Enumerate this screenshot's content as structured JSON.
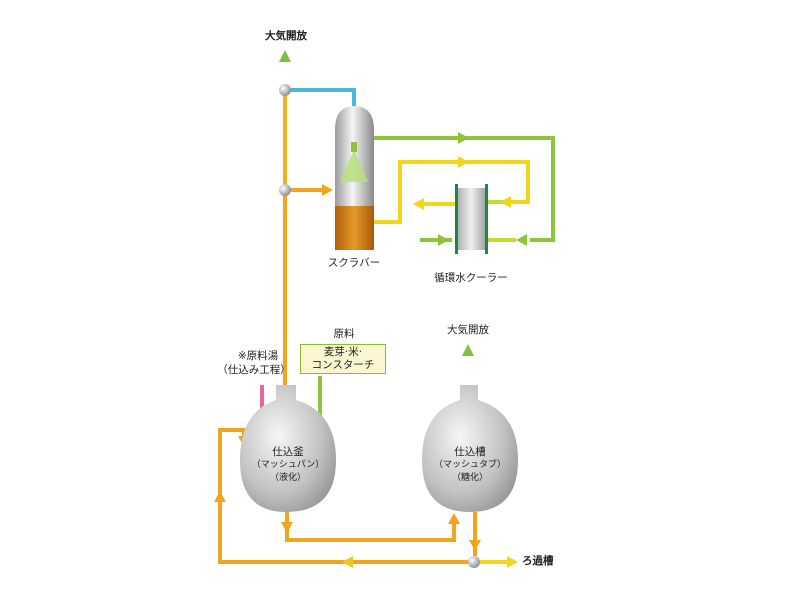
{
  "labels": {
    "vent_top": "大気開放",
    "scrubber": "スクラバー",
    "cooler": "循環水クーラー",
    "raw_material_title": "原料",
    "raw_material_line1": "麦芽·米·",
    "raw_material_line2": "コンスターチ",
    "hot_water_line1": "※原料湯",
    "hot_water_line2": "（仕込み工程）",
    "vent_tank": "大気開放",
    "kettle_line1": "仕込釜",
    "kettle_line2": "（マッシュパン）",
    "kettle_line3": "（液化）",
    "tank_line1": "仕込槽",
    "tank_line2": "（マッシュタブ）",
    "tank_line3": "（糖化）",
    "lauter": "ろ過槽"
  },
  "colors": {
    "hot_line": "#f5a31a",
    "cool_line": "#f0d61c",
    "green_line": "#8dc43a",
    "blue_line": "#4ab6e4",
    "pink_line": "#e8669a",
    "cooler_bar": "#1a8a3c",
    "scrubber_liquid": "#c9700f"
  }
}
